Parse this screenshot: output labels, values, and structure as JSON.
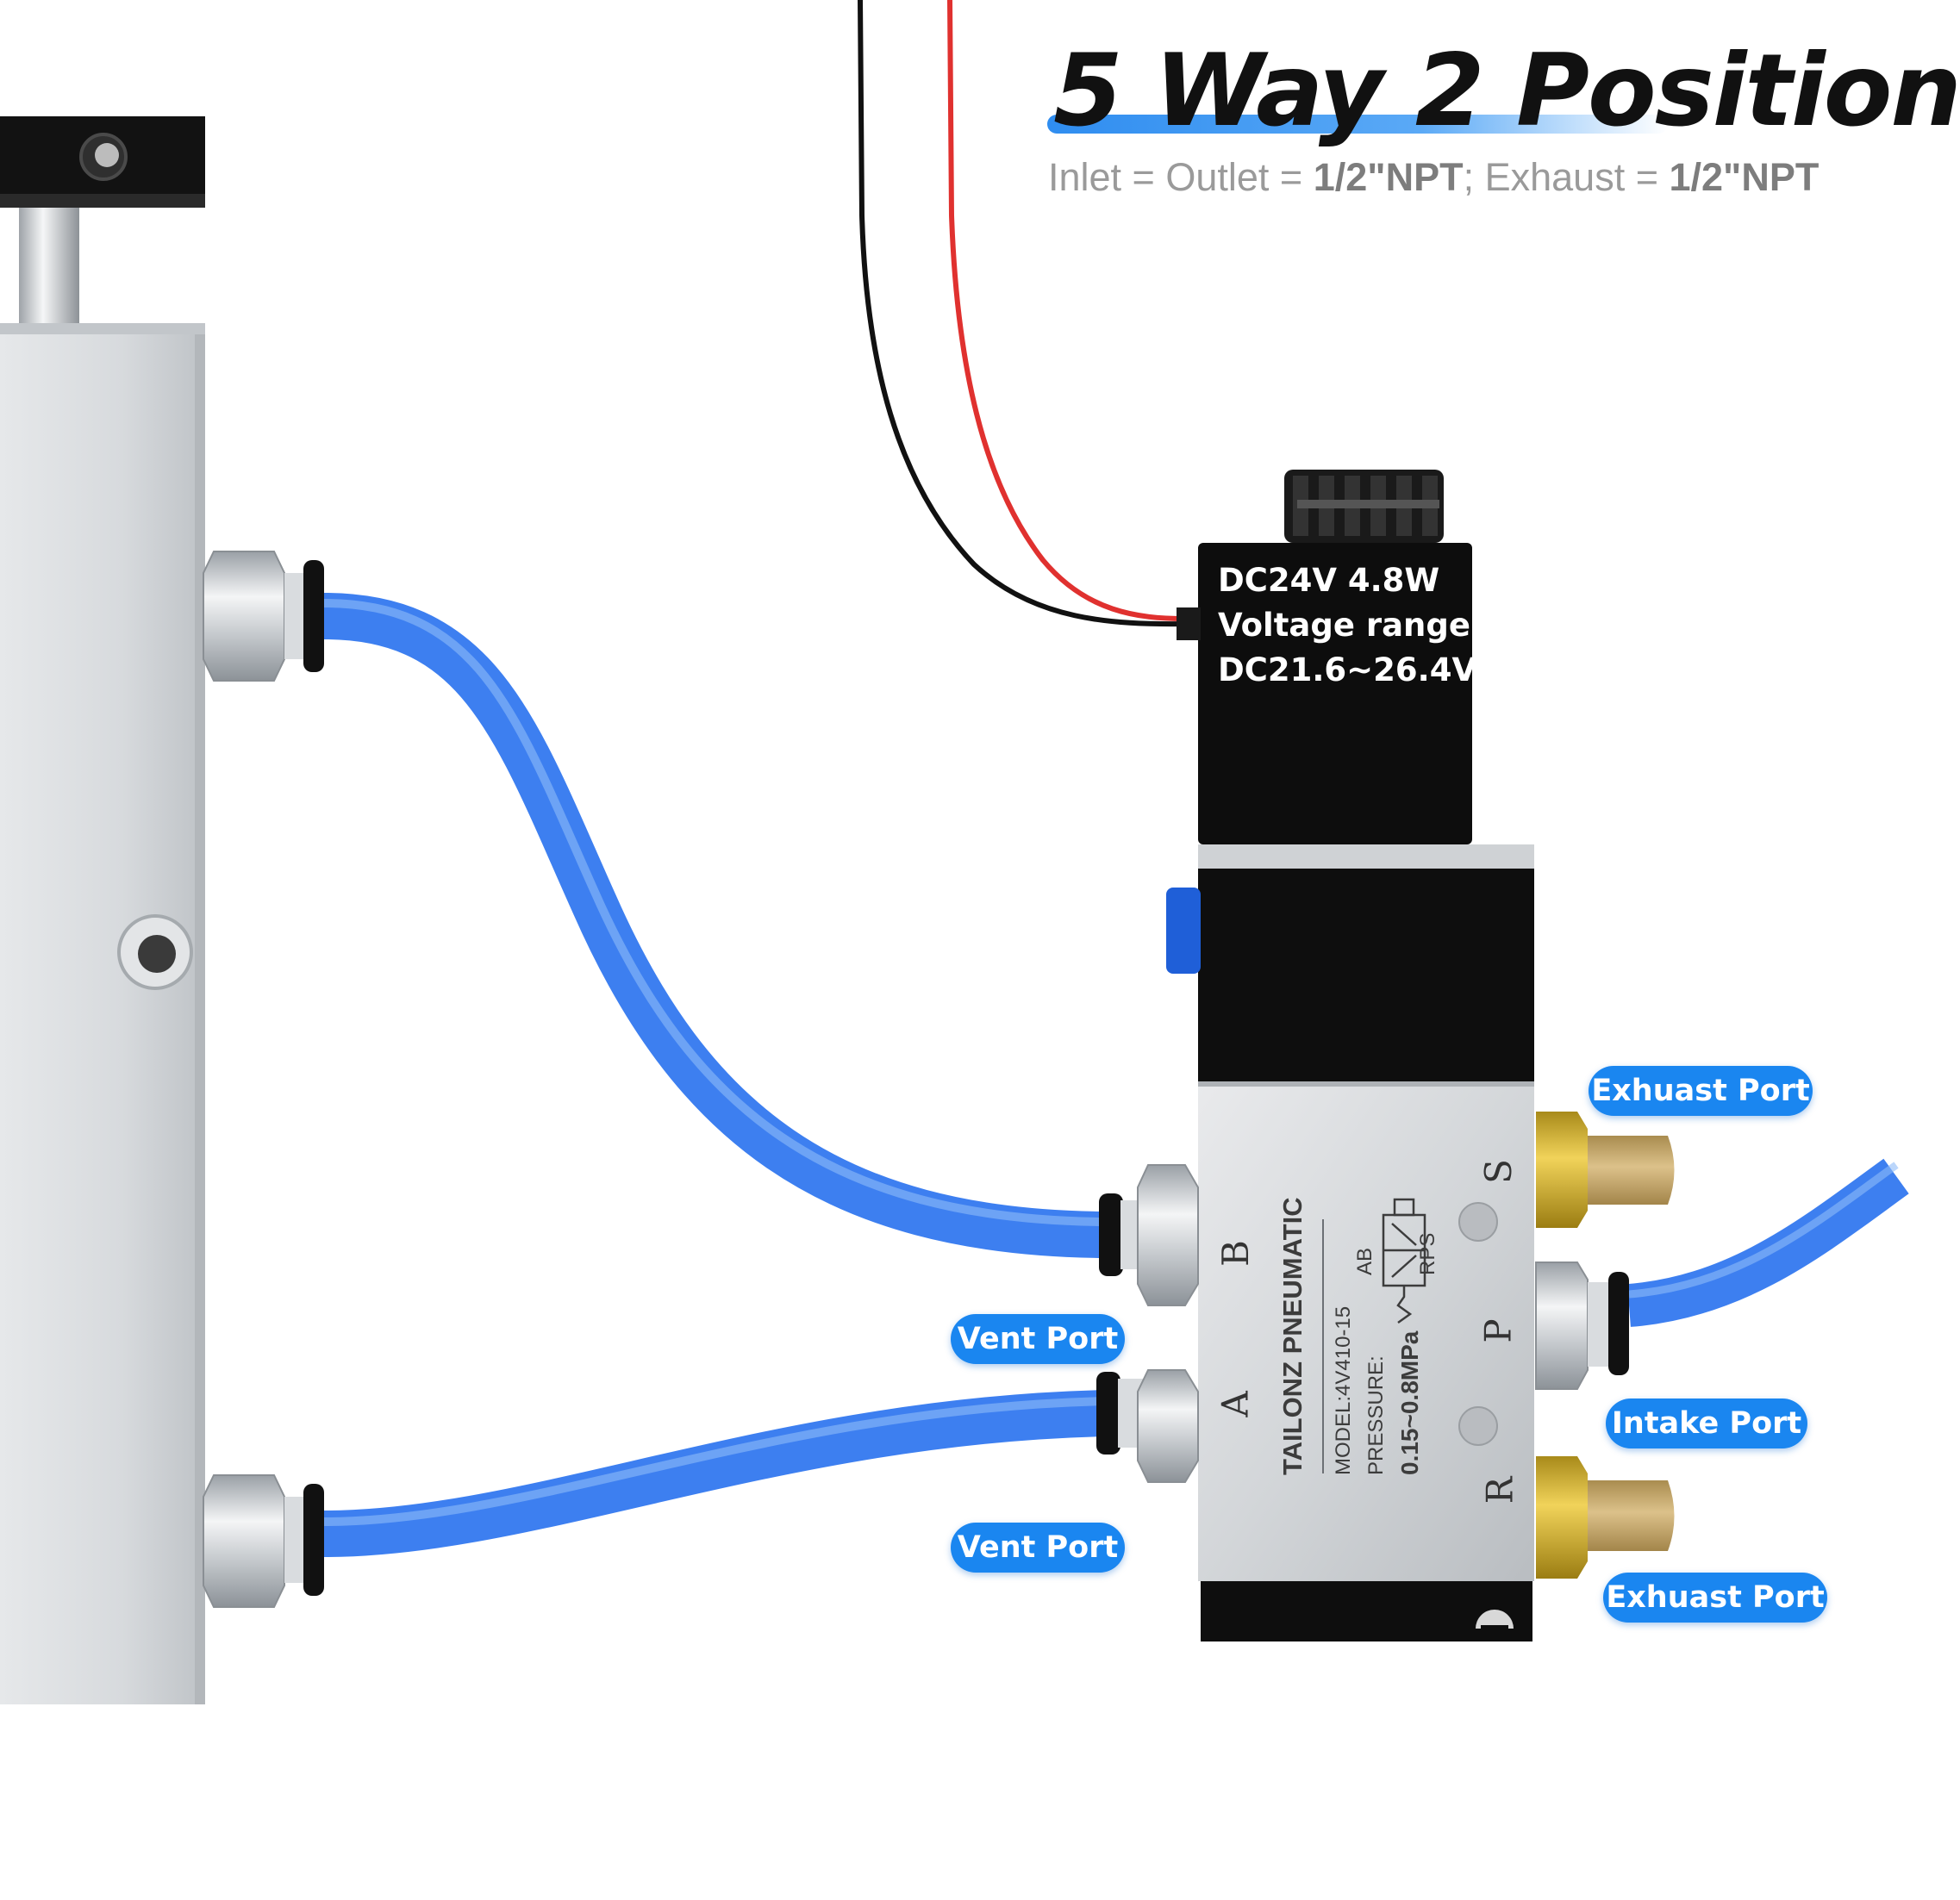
{
  "header": {
    "title": "5 Way 2 Position",
    "subtitle_parts": [
      "Inlet = Outlet = ",
      "1/2\"NPT",
      "; Exhaust = ",
      "1/2\"NPT"
    ]
  },
  "coil": {
    "line1": "DC24V 4.8W",
    "line2": "Voltage range:",
    "line3": "DC21.6~26.4V"
  },
  "valve_body": {
    "brand": "TAILONZ PNEUMATIC",
    "model": "MODEL:4V410-15",
    "pressure_label": "PRESSURE:",
    "pressure_value": "0.15~0.8MPa",
    "symbol_top": "AB",
    "symbol_bottom": "RPS",
    "port_letters": [
      "B",
      "A",
      "S",
      "P",
      "R"
    ]
  },
  "callouts": {
    "exhaust_top": "Exhuast Port",
    "vent_top": "Vent Port",
    "intake": "Intake Port",
    "vent_bottom": "Vent Port",
    "exhaust_bottom": "Exhuast Port"
  },
  "colors": {
    "accent_blue": "#1a86f0",
    "tube_blue": "#3d7ff0",
    "wire_red": "#e0312f",
    "wire_black": "#111111",
    "muffler_brass": "#c8a867",
    "valve_body": "#c9ccd0",
    "coil_black": "#0d0d0d"
  }
}
